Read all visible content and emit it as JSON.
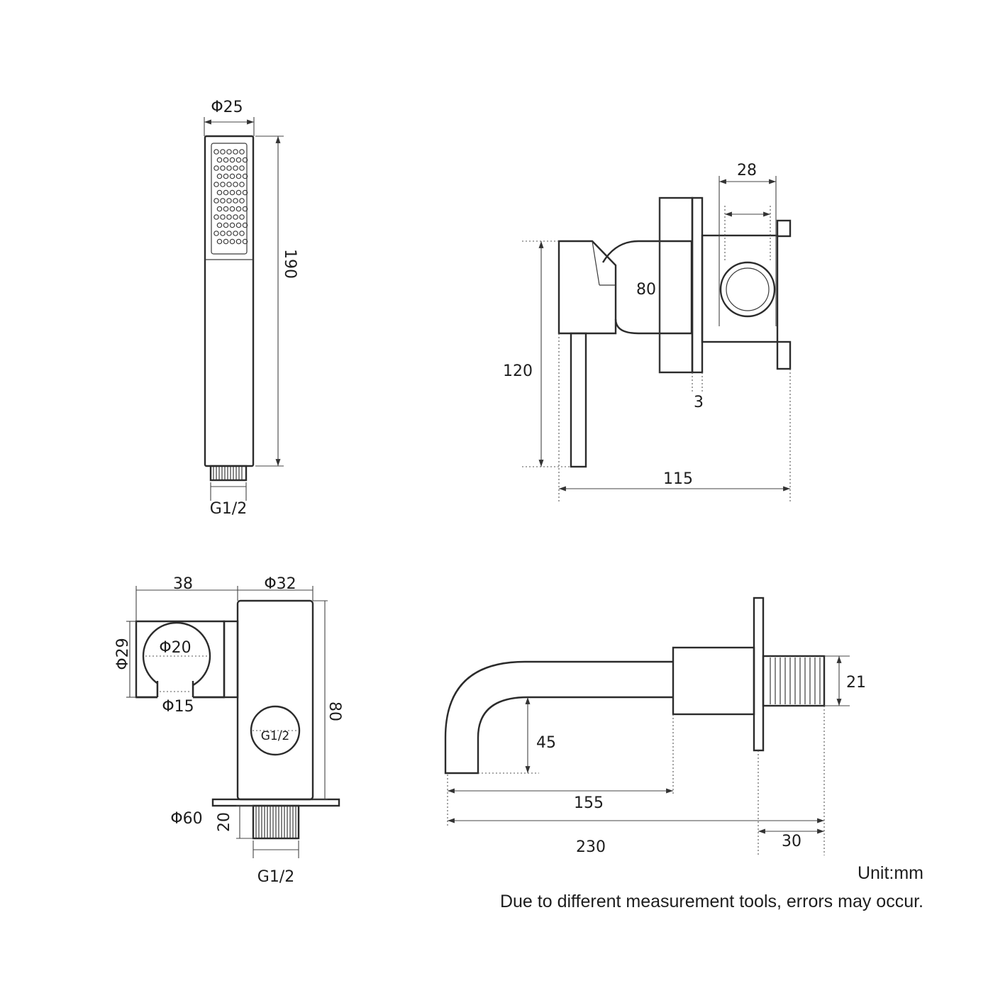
{
  "handheld_shower": {
    "diameter": "Φ25",
    "length": "190",
    "thread": "G1/2"
  },
  "mixer_valve": {
    "flange_gap_outer": "28",
    "flange_height": "80",
    "lever_height": "120",
    "plate_thickness": "3",
    "total_depth": "115"
  },
  "wall_bracket": {
    "holder_width": "38",
    "body_diameter": "Φ32",
    "holder_height": "Φ29",
    "ring_diameter": "Φ20",
    "slot_width": "Φ15",
    "body_height": "80",
    "inlet_label": "G1/2",
    "base_diameter": "Φ60",
    "thread_length": "20",
    "thread": "G1/2"
  },
  "spout": {
    "thread_diameter": "21",
    "drop_height": "45",
    "reach": "155",
    "total_length": "230",
    "thread_length": "30"
  },
  "notes": {
    "unit": "Unit:mm",
    "disclaimer": "Due to different measurement tools, errors may occur."
  }
}
